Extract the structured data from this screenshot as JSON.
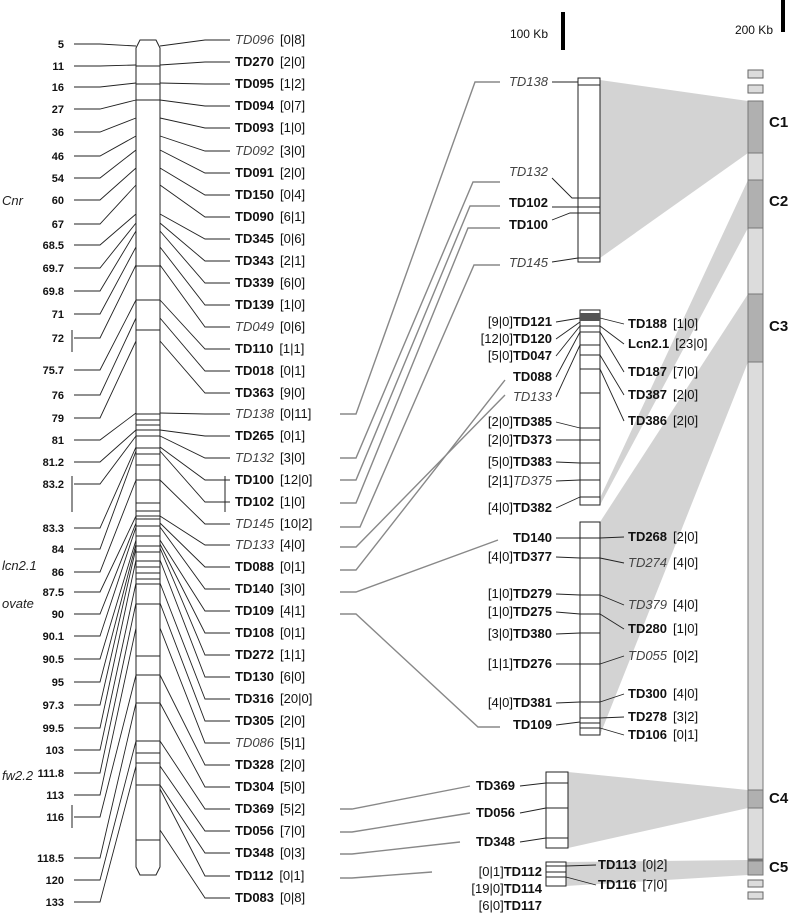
{
  "positions": [
    "5",
    "11",
    "16",
    "27",
    "36",
    "46",
    "54",
    "60",
    "67",
    "68.5",
    "69.7",
    "69.8",
    "71",
    "72",
    "75.7",
    "76",
    "79",
    "81",
    "81.2",
    "83.2",
    "83.3",
    "84",
    "86",
    "87.5",
    "90",
    "90.1",
    "90.5",
    "95",
    "97.3",
    "99.5",
    "103",
    "111.8",
    "113",
    "116",
    "118.5",
    "120",
    "133"
  ],
  "map_markers": [
    {
      "name": "TD096",
      "count": "[0|8]",
      "italic": true
    },
    {
      "name": "TD270",
      "count": "[2|0]",
      "italic": false
    },
    {
      "name": "TD095",
      "count": "[1|2]",
      "italic": false
    },
    {
      "name": "TD094",
      "count": "[0|7]",
      "italic": false
    },
    {
      "name": "TD093",
      "count": "[1|0]",
      "italic": false
    },
    {
      "name": "TD092",
      "count": "[3|0]",
      "italic": true
    },
    {
      "name": "TD091",
      "count": "[2|0]",
      "italic": false
    },
    {
      "name": "TD150",
      "count": "[0|4]",
      "italic": false
    },
    {
      "name": "TD090",
      "count": "[6|1]",
      "italic": false
    },
    {
      "name": "TD345",
      "count": "[0|6]",
      "italic": false
    },
    {
      "name": "TD343",
      "count": "[2|1]",
      "italic": false
    },
    {
      "name": "TD339",
      "count": "[6|0]",
      "italic": false
    },
    {
      "name": "TD139",
      "count": "[1|0]",
      "italic": false
    },
    {
      "name": "TD049",
      "count": "[0|6]",
      "italic": true
    },
    {
      "name": "TD110",
      "count": "[1|1]",
      "italic": false
    },
    {
      "name": "TD018",
      "count": "[0|1]",
      "italic": false
    },
    {
      "name": "TD363",
      "count": "[9|0]",
      "italic": false
    },
    {
      "name": "TD138",
      "count": "[0|11]",
      "italic": true
    },
    {
      "name": "TD265",
      "count": "[0|1]",
      "italic": false
    },
    {
      "name": "TD132",
      "count": "[3|0]",
      "italic": true
    },
    {
      "name": "TD100",
      "count": "[12|0]",
      "italic": false
    },
    {
      "name": "TD102",
      "count": "[1|0]",
      "italic": false
    },
    {
      "name": "TD145",
      "count": "[10|2]",
      "italic": true
    },
    {
      "name": "TD133",
      "count": "[4|0]",
      "italic": true
    },
    {
      "name": "TD088",
      "count": "[0|1]",
      "italic": false
    },
    {
      "name": "TD140",
      "count": "[3|0]",
      "italic": false
    },
    {
      "name": "TD109",
      "count": "[4|1]",
      "italic": false
    },
    {
      "name": "TD108",
      "count": "[0|1]",
      "italic": false
    },
    {
      "name": "TD272",
      "count": "[1|1]",
      "italic": false
    },
    {
      "name": "TD130",
      "count": "[6|0]",
      "italic": false
    },
    {
      "name": "TD316",
      "count": "[20|0]",
      "italic": false
    },
    {
      "name": "TD305",
      "count": "[2|0]",
      "italic": false
    },
    {
      "name": "TD086",
      "count": "[5|1]",
      "italic": true
    },
    {
      "name": "TD328",
      "count": "[2|0]",
      "italic": false
    },
    {
      "name": "TD304",
      "count": "[5|0]",
      "italic": false
    },
    {
      "name": "TD369",
      "count": "[5|2]",
      "italic": false
    },
    {
      "name": "TD056",
      "count": "[7|0]",
      "italic": false
    },
    {
      "name": "TD348",
      "count": "[0|3]",
      "italic": false
    },
    {
      "name": "TD112",
      "count": "[0|1]",
      "italic": false
    },
    {
      "name": "TD083",
      "count": "[0|8]",
      "italic": false
    }
  ],
  "traits": [
    "Cnr",
    "lcn2.1",
    "ovate",
    "fw2.2"
  ],
  "scales": [
    "100 Kb",
    "200 Kb"
  ],
  "clusters": [
    "C1",
    "C2",
    "C3",
    "C4",
    "C5"
  ],
  "bac1": [
    {
      "name": "TD138",
      "italic": true
    },
    {
      "name": "TD132",
      "italic": true
    },
    {
      "name": "TD102",
      "italic": false
    },
    {
      "name": "TD100",
      "italic": false
    },
    {
      "name": "TD145",
      "italic": true
    }
  ],
  "bac2_left": [
    {
      "count": "[9|0]",
      "name": "TD121",
      "italic": false
    },
    {
      "count": "[12|0]",
      "name": "TD120",
      "italic": false
    },
    {
      "count": "[5|0]",
      "name": "TD047",
      "italic": false
    },
    {
      "count": "",
      "name": "TD088",
      "italic": false
    },
    {
      "count": "",
      "name": "TD133",
      "italic": true
    },
    {
      "count": "[2|0]",
      "name": "TD385",
      "italic": false
    },
    {
      "count": "[2|0]",
      "name": "TD373",
      "italic": false
    },
    {
      "count": "[5|0]",
      "name": "TD383",
      "italic": false
    },
    {
      "count": "[2|1]",
      "name": "TD375",
      "italic": true
    },
    {
      "count": "[4|0]",
      "name": "TD382",
      "italic": false
    }
  ],
  "bac2_right": [
    {
      "name": "TD188",
      "count": "[1|0]",
      "italic": false
    },
    {
      "name": "Lcn2.1",
      "count": "[23|0]",
      "italic": false
    },
    {
      "name": "TD187",
      "count": "[7|0]",
      "italic": false
    },
    {
      "name": "TD387",
      "count": "[2|0]",
      "italic": false
    },
    {
      "name": "TD386",
      "count": "[2|0]",
      "italic": false
    }
  ],
  "bac3_left": [
    {
      "count": "",
      "name": "TD140",
      "italic": false
    },
    {
      "count": "[4|0]",
      "name": "TD377",
      "italic": false
    },
    {
      "count": "[1|0]",
      "name": "TD279",
      "italic": false
    },
    {
      "count": "[1|0]",
      "name": "TD275",
      "italic": false
    },
    {
      "count": "[3|0]",
      "name": "TD380",
      "italic": false
    },
    {
      "count": "[1|1]",
      "name": "TD276",
      "italic": false
    },
    {
      "count": "[4|0]",
      "name": "TD381",
      "italic": false
    },
    {
      "count": "",
      "name": "TD109",
      "italic": false
    }
  ],
  "bac3_right": [
    {
      "name": "TD268",
      "count": "[2|0]",
      "italic": false
    },
    {
      "name": "TD274",
      "count": "[4|0]",
      "italic": true
    },
    {
      "name": "TD379",
      "count": "[4|0]",
      "italic": true
    },
    {
      "name": "TD280",
      "count": "[1|0]",
      "italic": false
    },
    {
      "name": "TD055",
      "count": "[0|2]",
      "italic": true
    },
    {
      "name": "TD300",
      "count": "[4|0]",
      "italic": false
    },
    {
      "name": "TD278",
      "count": "[3|2]",
      "italic": false
    },
    {
      "name": "TD106",
      "count": "[0|1]",
      "italic": false
    }
  ],
  "bac4": [
    {
      "name": "TD369"
    },
    {
      "name": "TD056"
    },
    {
      "name": "TD348"
    }
  ],
  "bac5_left": [
    {
      "count": "[0|1]",
      "name": "TD112"
    },
    {
      "count": "[19|0]",
      "name": "TD114"
    },
    {
      "count": "[6|0]",
      "name": "TD117"
    }
  ],
  "bac5_right": [
    {
      "name": "TD113",
      "count": "[0|2]"
    },
    {
      "name": "TD116",
      "count": "[7|0]"
    }
  ],
  "colors": {
    "shade": "#d3d3d3",
    "cluster_fill": "#b0b0b0",
    "chrom_fill": "#dcdcdc"
  }
}
